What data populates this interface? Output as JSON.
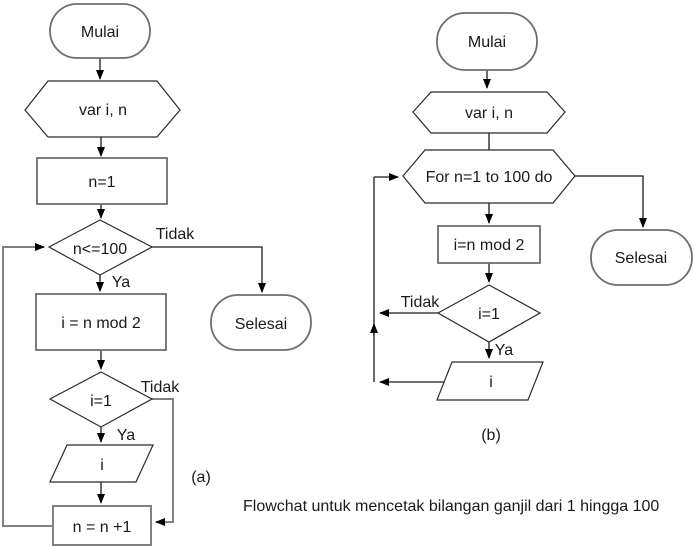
{
  "caption": "Flowchat untuk mencetak bilangan ganjil dari 1 hingga 100",
  "colors": {
    "background": "#ffffff",
    "shape_border_gray": "#808080",
    "line_black": "#1a1a1a",
    "text": "#1a1a1a"
  },
  "flowchart_a": {
    "figure_label": "(a)",
    "start_terminator": "Mulai",
    "declaration": "var i, n",
    "init_process": "n=1",
    "loop_condition": "n<=100",
    "loop_no_label": "Tidak",
    "loop_yes_label": "Ya",
    "mod_process": "i = n mod 2",
    "odd_condition": "i=1",
    "odd_no_label": "Tidak",
    "odd_yes_label": "Ya",
    "output_value": "i",
    "increment_process": "n = n +1",
    "end_terminator": "Selesai"
  },
  "flowchart_b": {
    "figure_label": "(b)",
    "start_terminator": "Mulai",
    "declaration": "var i, n",
    "for_loop": "For n=1 to 100 do",
    "mod_process": "i=n mod 2",
    "odd_condition": "i=1",
    "odd_no_label": "Tidak",
    "odd_yes_label": "Ya",
    "output_value": "i",
    "end_terminator": "Selesai"
  }
}
